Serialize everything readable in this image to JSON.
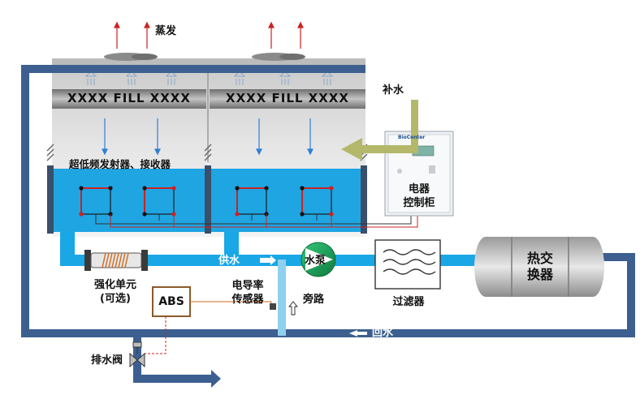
{
  "labels": {
    "evaporation": "蒸发",
    "makeup_water": "补水",
    "fill_left": "XXXX FILL XXXX",
    "fill_right": "XXXX FILL XXXX",
    "ultra_low_freq": "超低频发射器、接收器",
    "control_cabinet_line1": "电器",
    "control_cabinet_line2": "控制柜",
    "panel_brand": "BioCenter",
    "enhancer_line1": "强化单元",
    "enhancer_line2": "(可选)",
    "abs": "ABS",
    "conductivity_line1": "电导率",
    "conductivity_line2": "传感器",
    "supply_water": "供水",
    "pump": "水泵",
    "bypass": "旁路",
    "filter": "过滤器",
    "heat_exchanger_line1": "热交",
    "heat_exchanger_line2": "换器",
    "return_water": "回水",
    "drain_valve": "排水阀"
  },
  "colors": {
    "pipe_dark": "#3c5f8f",
    "pipe_light": "#19a7e6",
    "basin": "#1fa5e2",
    "tower_gray": "#d6d6d6",
    "makeup_arrow": "#b4b86a",
    "pump_green": "#1aa35a",
    "abs_brown": "#8b5a2b",
    "signal_red": "#cc2222"
  }
}
